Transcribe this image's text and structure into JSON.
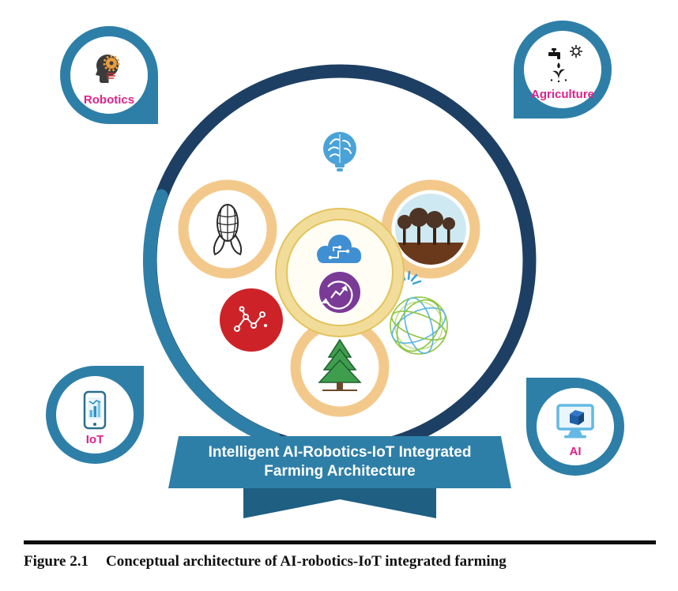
{
  "diagram": {
    "badges": [
      {
        "label": "Robotics",
        "icon": "robot-head-gear-icon",
        "position": "top-left"
      },
      {
        "label": "Agriculture",
        "icon": "water-tap-plant-sun-icon",
        "position": "top-right"
      },
      {
        "label": "IoT",
        "icon": "smartphone-chart-icon",
        "position": "bottom-left"
      },
      {
        "label": "AI",
        "icon": "monitor-cube-icon",
        "position": "bottom-right"
      }
    ],
    "center_icons": [
      "brain-lightbulb-icon",
      "corn-icon",
      "forest-icon",
      "pine-tree-icon",
      "cloud-circuit-icon",
      "analytics-cycle-icon",
      "molecule-network-icon",
      "wireframe-globe-icon",
      "spark-rays-icon"
    ],
    "banner": {
      "line1": "Intelligent AI-Robotics-IoT Integrated",
      "line2": "Farming Architecture"
    }
  },
  "caption": {
    "label": "Figure 2.1",
    "text": "Conceptual architecture of AI-robotics-IoT integrated farming"
  },
  "colors": {
    "badge_teal": "#2e7fa8",
    "banner_dark_teal": "#1e5f82",
    "ring_navy": "#1d3f63",
    "ring_teal_accent": "#2e7fa8",
    "tan_ring": "#f3c98b",
    "gold_ring": "#f2dc9a",
    "label_pink": "#e0218a",
    "red_node_circle": "#cd2328",
    "purple_disc": "#7a3b97",
    "brain_blue": "#4aa3d8",
    "globe_green": "#8cc63f",
    "globe_blue": "#5ab4e0"
  }
}
